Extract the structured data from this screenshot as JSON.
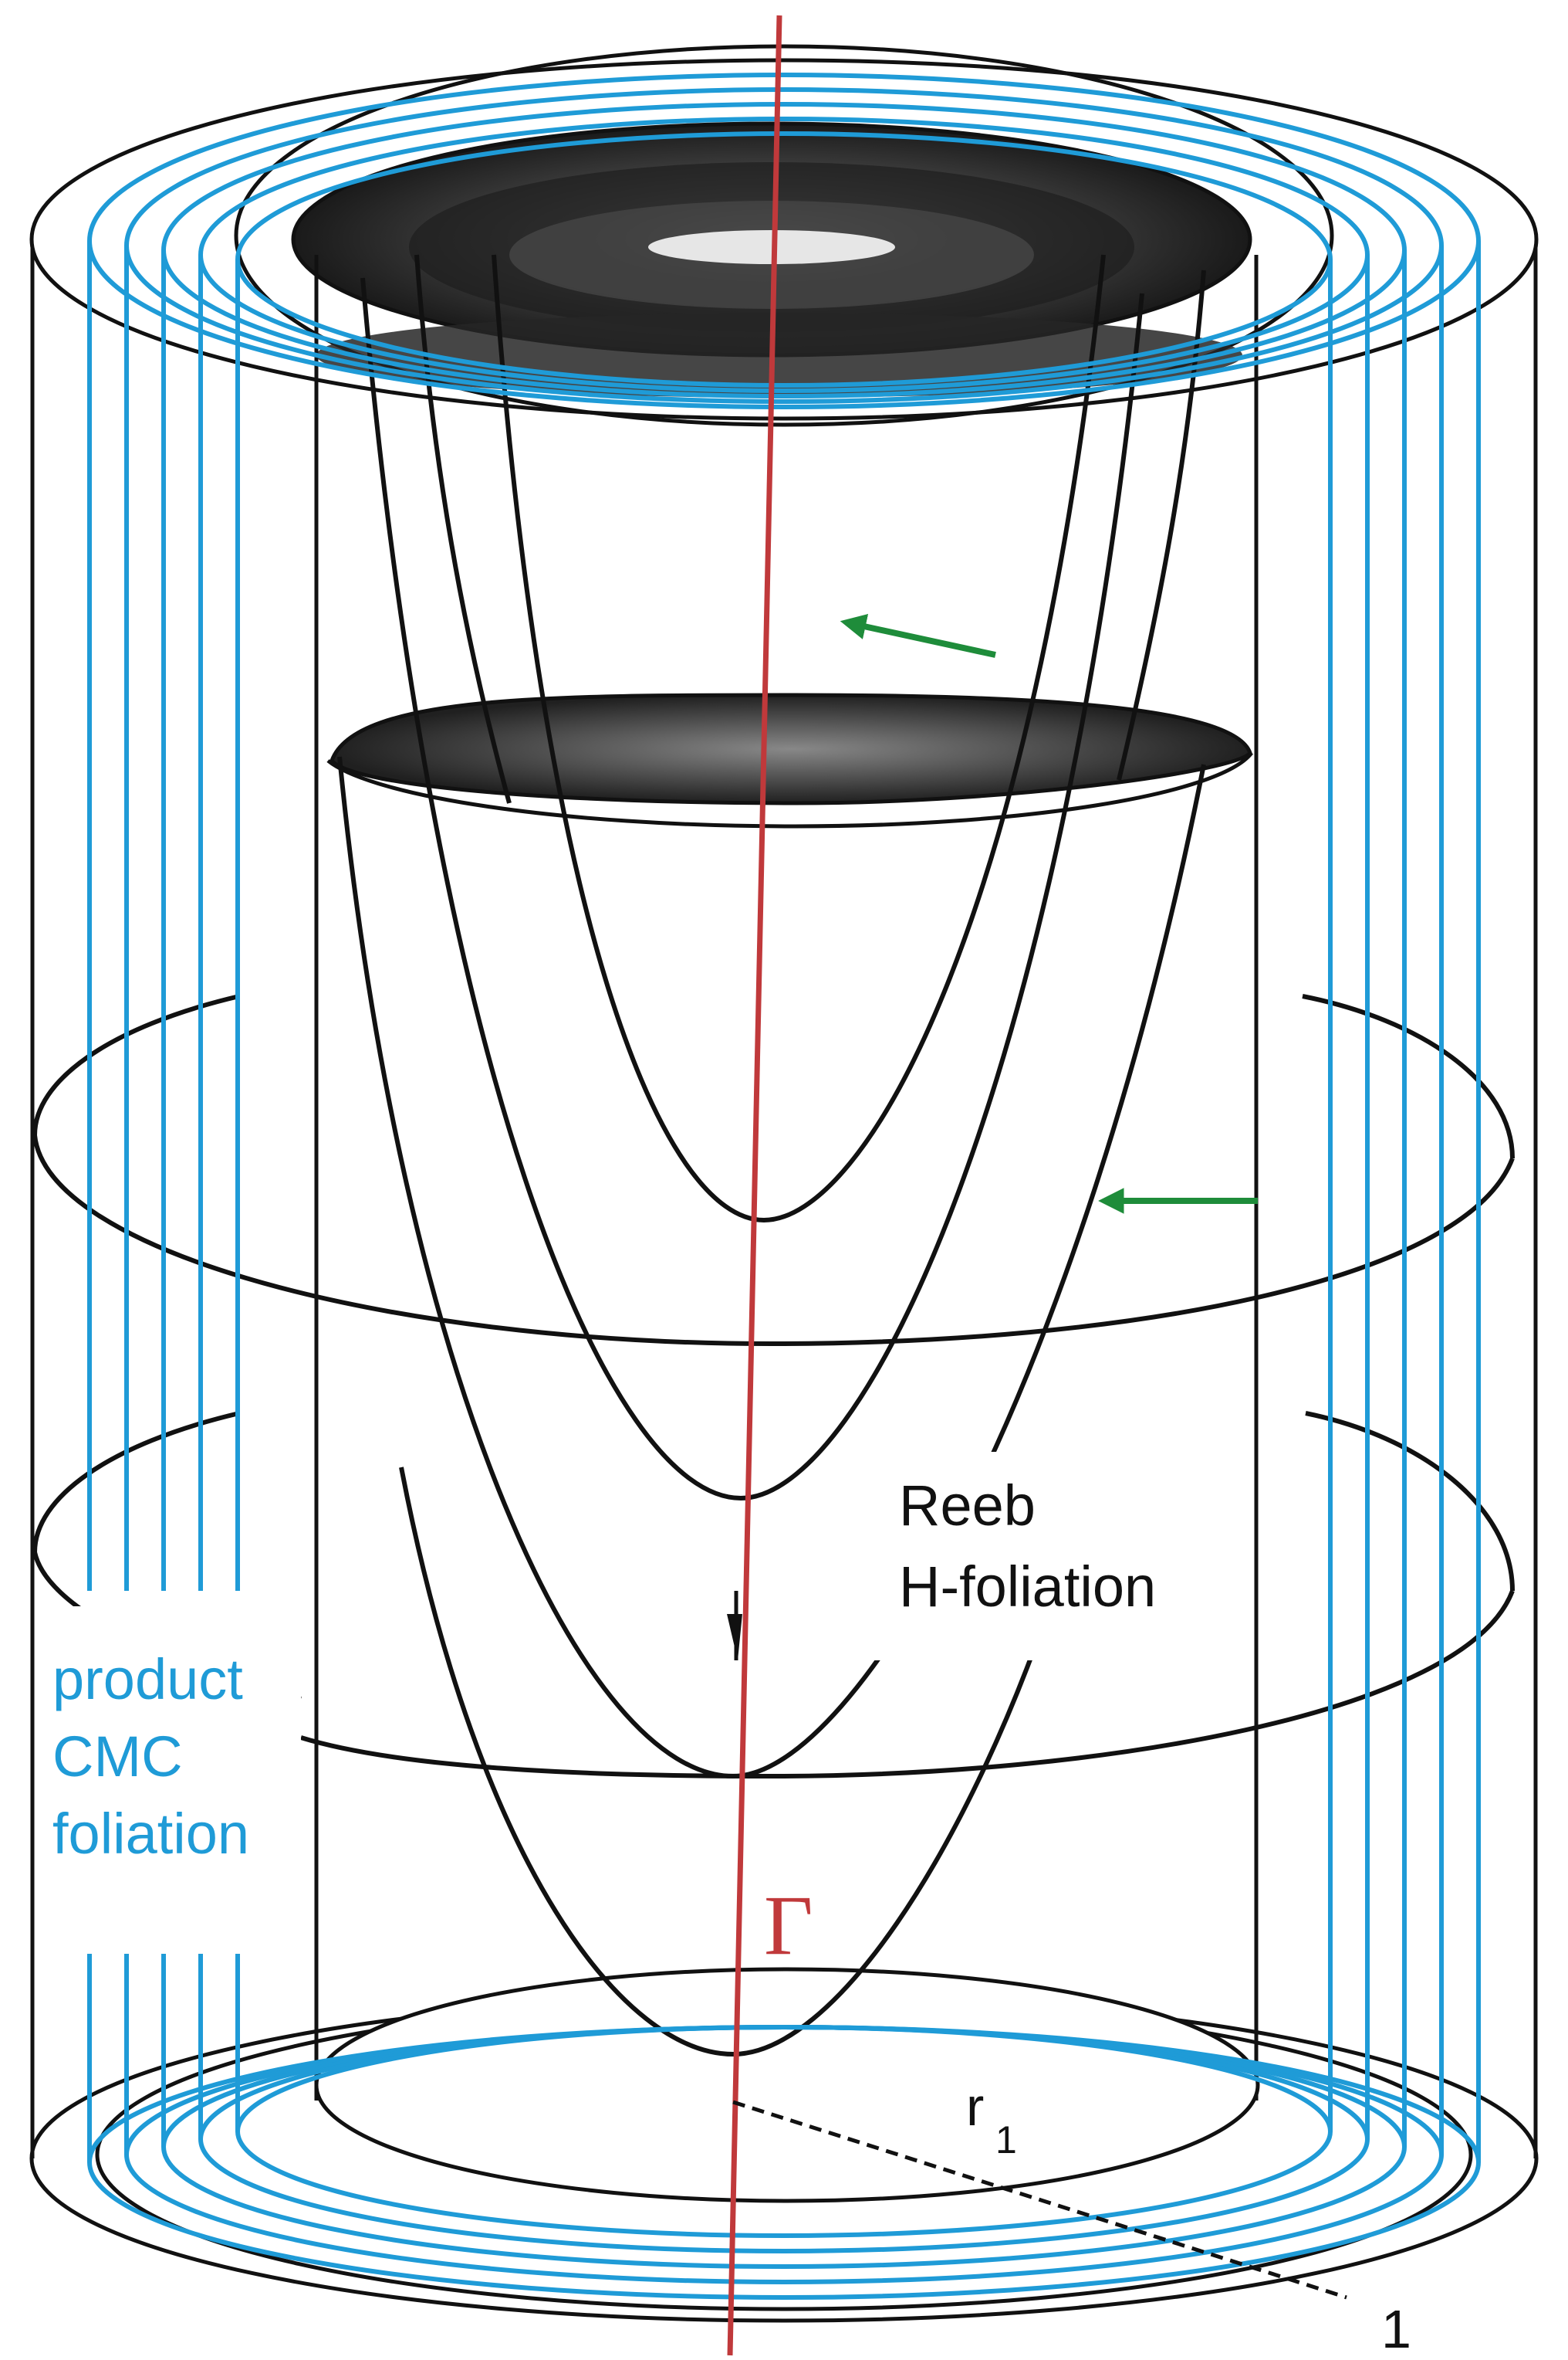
{
  "labels": {
    "reeb_line1": "Reeb",
    "reeb_line2": "H-foliation",
    "product_line1": "product",
    "product_line2": "CMC",
    "product_line3": "foliation",
    "gamma": "Γ",
    "r1_base": "r",
    "r1_sub": "1",
    "one": "1"
  },
  "colors": {
    "cmc_blue": "#1f9bd7",
    "gamma_red": "#c0393b",
    "arrow_green": "#1e8c3a",
    "outline": "#111111",
    "shading": "#222222",
    "background": "#ffffff"
  },
  "icons": {
    "flow_arrow": "green-arrow-icon",
    "axis_arrow": "arrowhead-down-icon"
  }
}
